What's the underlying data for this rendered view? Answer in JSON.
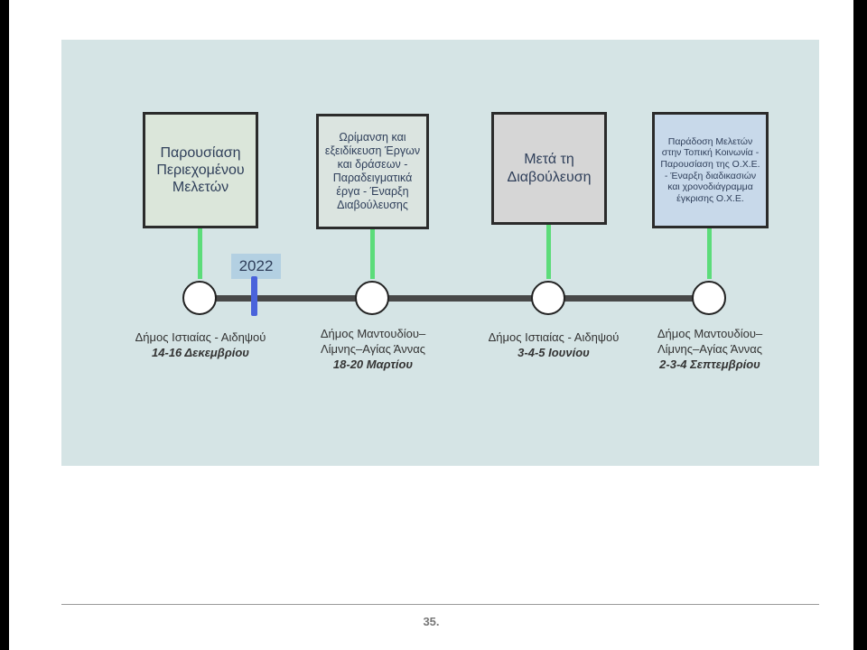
{
  "milestones": [
    {
      "box_text": "Παρουσίαση Περιεχομένου Μελετών",
      "location": "Δήμος Ιστιαίας - Αιδηψού",
      "date": "14-16 Δεκεμβρίου",
      "box_color": "#dbe6da"
    },
    {
      "box_text": "Ωρίμανση και εξειδίκευση Έργων και δράσεων - Παραδειγματικά έργα - Έναρξη Διαβούλευσης",
      "location": "Δήμος Μαντουδίου–Λίμνης–Αγίας Άννας",
      "date": "18-20 Μαρτίου",
      "box_color": "#dbe4e0"
    },
    {
      "box_text": "Μετά τη Διαβούλευση",
      "location": "Δήμος Ιστιαίας - Αιδηψού",
      "date": "3-4-5 Ιουνίου",
      "box_color": "#d6d6d6"
    },
    {
      "box_text": "Παράδοση Μελετών στην Τοπική Κοινωνία - Παρουσίαση της Ο.Χ.Ε. - Έναρξη διαδικασιών και χρονοδιάγραμμα έγκρισης Ο.Χ.Ε.",
      "location": "Δήμος Μαντουδίου–Λίμνης–Αγίας Άννας",
      "date": "2-3-4 Σεπτεμβρίου",
      "box_color": "#c8d9ea"
    }
  ],
  "year_marker": "2022",
  "page_number": "35.",
  "colors": {
    "panel_bg": "#d5e4e5",
    "connector": "#5cdc7a",
    "timeline": "#484848",
    "year_marker": "#4a63db"
  }
}
